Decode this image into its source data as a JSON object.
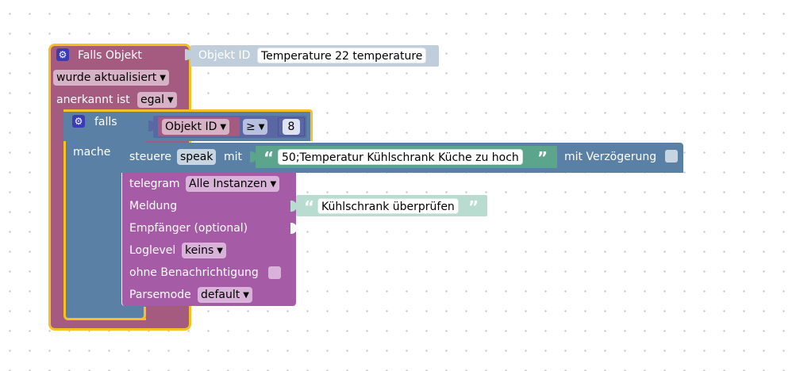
{
  "colors": {
    "event_block": "#a55b80",
    "event_border": "#f5c020",
    "if_block": "#5b80a5",
    "action_block": "#5b80a5",
    "telegram_block": "#a55ba5",
    "string_block": "#5ba58c",
    "string_light": "#b8dcd0",
    "objekt_id_block": "#c0cedc",
    "compare_block": "#5b67a5",
    "number_block": "#5b67a5"
  },
  "event_block": {
    "icon": "gear-icon",
    "title": "Falls Objekt",
    "trigger_value": "wurde aktualisiert",
    "ack_label": "anerkannt ist",
    "ack_value": "egal"
  },
  "objekt_id": {
    "label": "Objekt ID",
    "value": "Temperature 22 temperature"
  },
  "if_block": {
    "icon": "gear-icon",
    "label": "falls",
    "do_label": "mache"
  },
  "condition": {
    "left_value": "Objekt ID",
    "operator": "≥",
    "right_value": "8"
  },
  "speak_block": {
    "label": "steuere",
    "target": "speak",
    "with_label": "mit",
    "text": "50;Temperatur Kühlschrank Küche zu hoch",
    "delay_label": "mit Verzögerung"
  },
  "telegram_block": {
    "label": "telegram",
    "instances_value": "Alle Instanzen",
    "message_label": "Meldung",
    "message_text": "Kühlschrank überprüfen",
    "recipient_label": "Empfänger (optional)",
    "loglevel_label": "Loglevel",
    "loglevel_value": "keins",
    "silent_label": "ohne Benachrichtigung",
    "parsemode_label": "Parsemode",
    "parsemode_value": "default"
  },
  "quote_open": "“",
  "quote_close": "”",
  "arrow": "▼"
}
